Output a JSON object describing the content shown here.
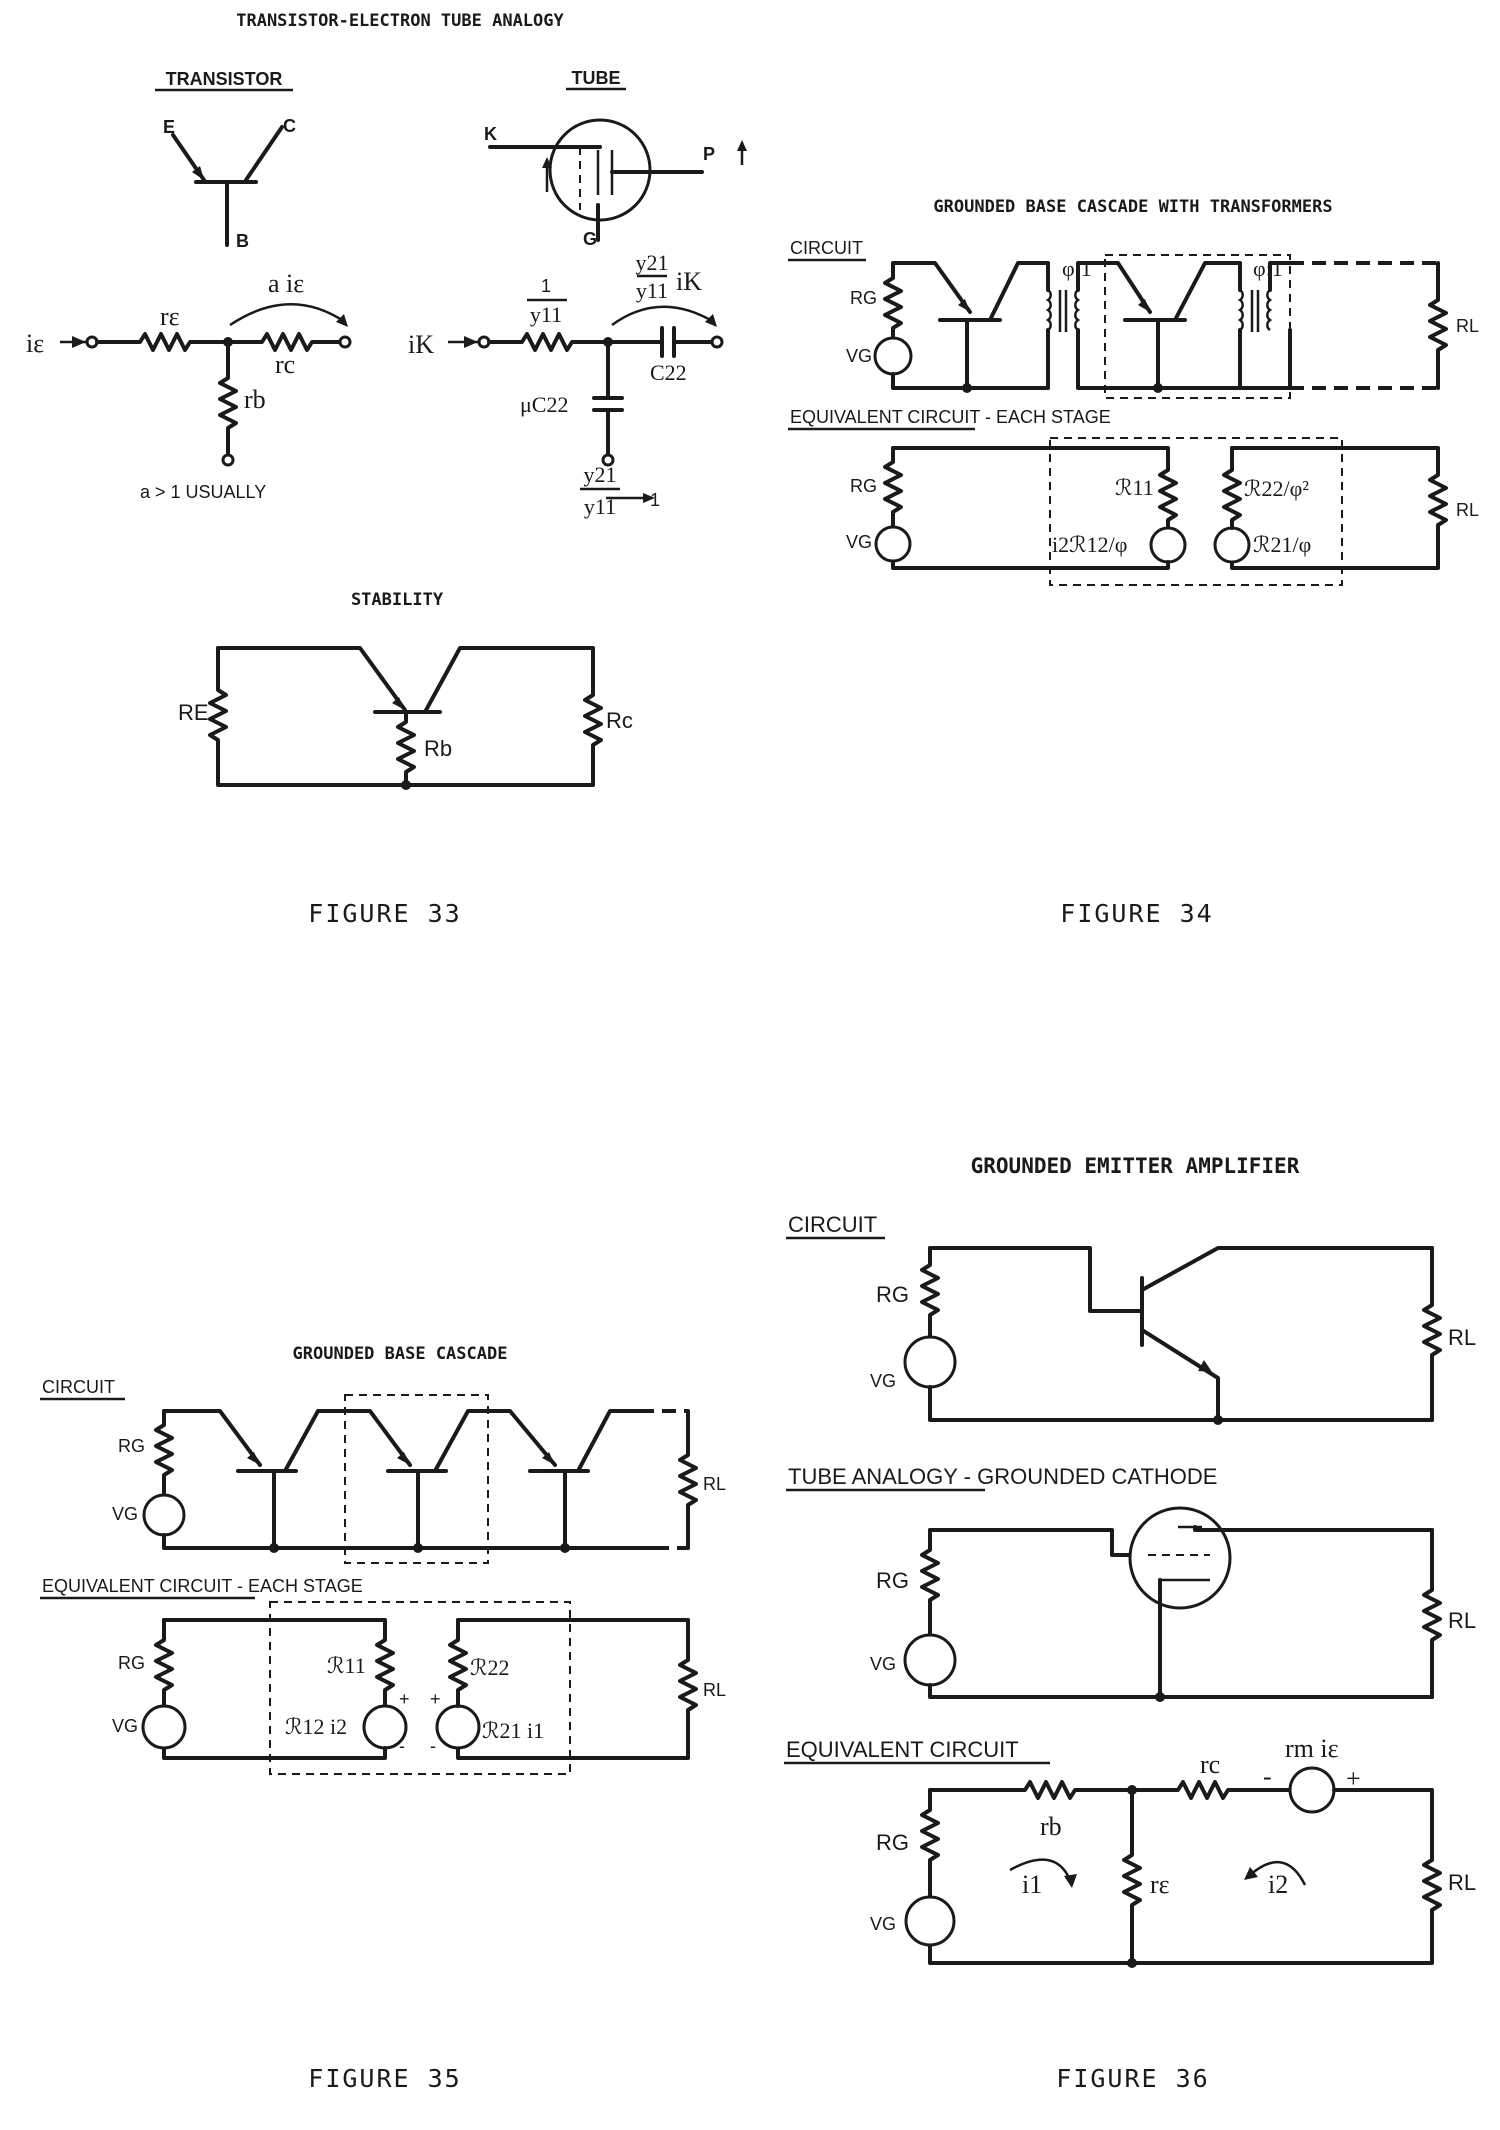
{
  "figure33": {
    "title": "TRANSISTOR-ELECTRON TUBE ANALOGY",
    "transistor_heading": "TRANSISTOR",
    "tube_heading": "TUBE",
    "e": "E",
    "c": "C",
    "b": "B",
    "k": "K",
    "p": "P",
    "g": "G",
    "a_ie": "a iε",
    "r_e": "rε",
    "r_c": "rc",
    "r_b": "rb",
    "i_e": "iε",
    "note": "a > 1  USUALLY",
    "one": "1",
    "y11": "y11",
    "y21": "y21",
    "i_k": "iK",
    "c22": "C22",
    "mu_c22": "μC22",
    "arrow_one": "→ 1",
    "stability_title": "STABILITY",
    "RE": "RE",
    "Rb": "Rb",
    "Rc": "Rc",
    "caption": "FIGURE 33"
  },
  "figure34": {
    "title": "GROUNDED BASE CASCADE WITH TRANSFORMERS",
    "circuit_label": "CIRCUIT",
    "ratio": "φ:1",
    "RG": "RG",
    "VG": "VG",
    "RL": "RL",
    "equiv_label": "EQUIVALENT CIRCUIT - EACH STAGE",
    "R11": "ℛ11",
    "R22_phi2": "ℛ22/φ²",
    "i2R12_phi": "i2ℛ12/φ",
    "R21_phi": "ℛ21/φ",
    "caption": "FIGURE 34"
  },
  "figure35": {
    "title": "GROUNDED BASE CASCADE",
    "circuit_label": "CIRCUIT",
    "RG": "RG",
    "VG": "VG",
    "RL": "RL",
    "equiv_label": "EQUIVALENT CIRCUIT - EACH STAGE",
    "R11": "ℛ11",
    "R22": "ℛ22",
    "R12_i2": "ℛ12 i2",
    "R21_i1": "ℛ21 i1",
    "plus": "+",
    "minus": "-",
    "caption": "FIGURE 35"
  },
  "figure36": {
    "title": "GROUNDED EMITTER AMPLIFIER",
    "circuit_label": "CIRCUIT",
    "RG": "RG",
    "VG": "VG",
    "RL": "RL",
    "tube_label": "TUBE ANALOGY - GROUNDED CATHODE",
    "equiv_label": "EQUIVALENT CIRCUIT",
    "rb": "rb",
    "rc": "rc",
    "re": "rε",
    "rm_ie": "rm iε",
    "i1": "i1",
    "i2": "i2",
    "plus": "+",
    "minus": "-",
    "caption": "FIGURE 36"
  }
}
